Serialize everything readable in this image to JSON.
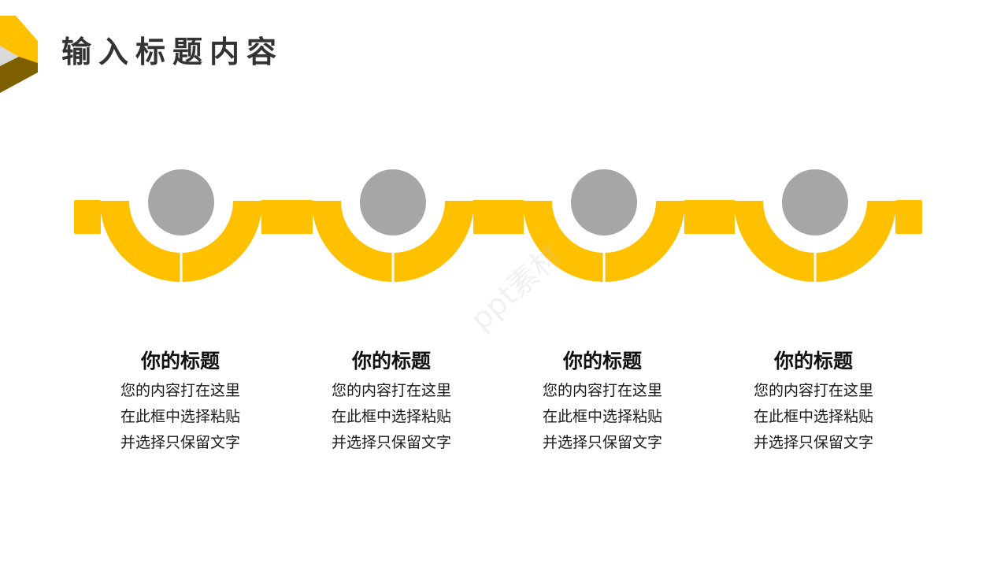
{
  "header": {
    "title": "输入标题内容"
  },
  "colors": {
    "accent": "#FFC000",
    "accent_dark": "#7F6000",
    "circle": "#A6A6A6",
    "title_text": "#333333"
  },
  "watermark": {
    "text": "ppt素材"
  },
  "steps": [
    {
      "title": "你的标题",
      "lines": [
        "您的内容打在这里",
        "在此框中选择粘贴",
        "并选择只保留文字"
      ]
    },
    {
      "title": "你的标题",
      "lines": [
        "您的内容打在这里",
        "在此框中选择粘贴",
        "并选择只保留文字"
      ]
    },
    {
      "title": "你的标题",
      "lines": [
        "您的内容打在这里",
        "在此框中选择粘贴",
        "并选择只保留文字"
      ]
    },
    {
      "title": "你的标题",
      "lines": [
        "您的内容打在这里",
        "在此框中选择粘贴",
        "并选择只保留文字"
      ]
    }
  ]
}
